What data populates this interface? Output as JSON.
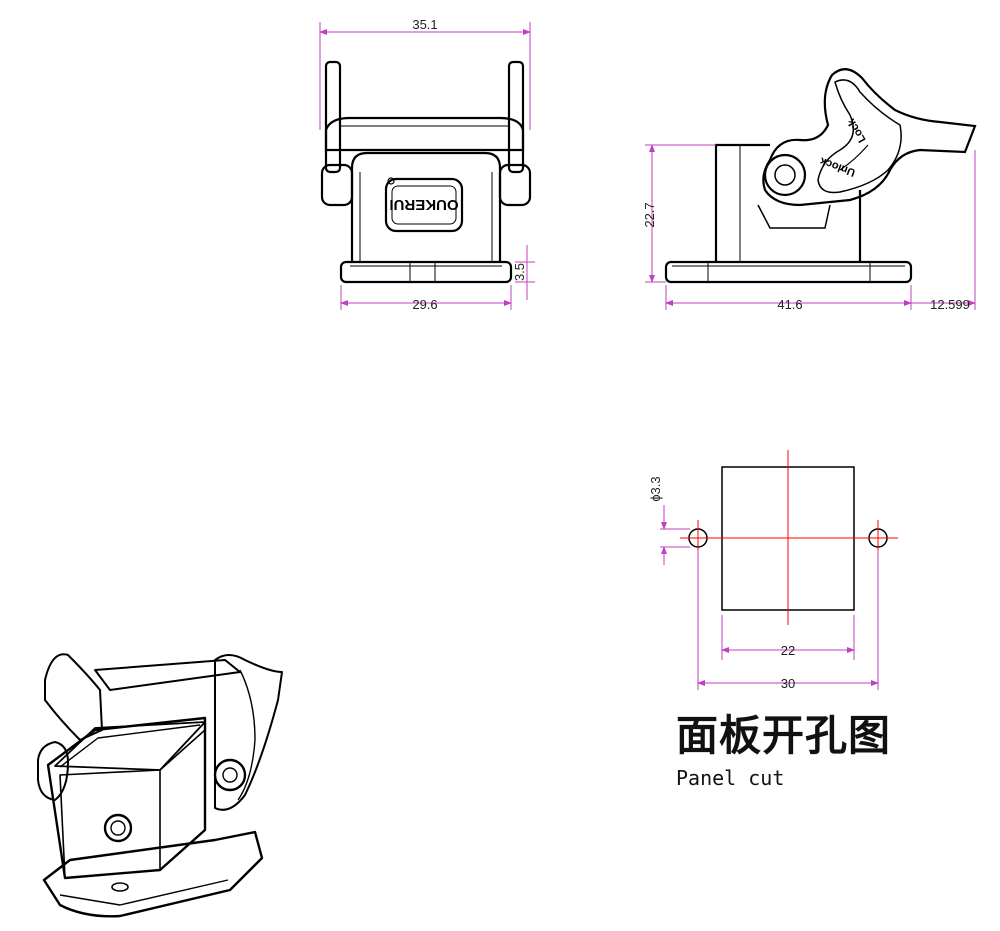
{
  "front_view": {
    "logo_text": "OUKERUI",
    "dims": {
      "top_width": "35.1",
      "base_width": "29.6",
      "base_height": "3.5"
    }
  },
  "side_view": {
    "lever_text_lock": "Lock",
    "lever_text_unlock": "Unlock",
    "dims": {
      "height": "22.7",
      "base_length": "41.6",
      "overhang": "12.599"
    }
  },
  "panel_cut": {
    "dims": {
      "hole_dia": "ɸ3.3",
      "inner_width": "22",
      "outer_width": "30"
    },
    "title_cn": "面板开孔图",
    "title_en": "Panel cut"
  },
  "colors": {
    "dim_line": "#c040c0",
    "center_line": "#ff0000",
    "outline": "#000000"
  }
}
